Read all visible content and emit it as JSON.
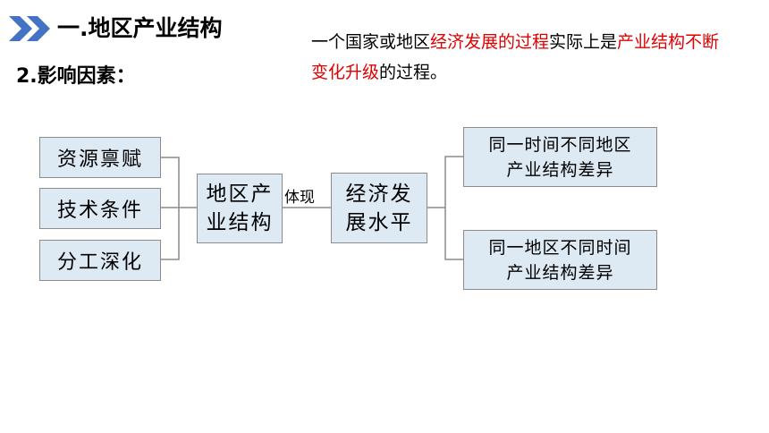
{
  "header": {
    "title": "一.地区产业结构",
    "subtitle": "2.影响因素："
  },
  "intro": {
    "part1": "一个国家或地区",
    "part2": "经济发展的过程",
    "part3": "实际上是",
    "part4": "产业结构不断变化升级",
    "part5": "的过程。"
  },
  "diagram": {
    "factors": [
      "资源禀赋",
      "技术条件",
      "分工深化"
    ],
    "center": [
      "地区产",
      "业结构"
    ],
    "link_label": "体现",
    "economy": [
      "经济发",
      "展水平"
    ],
    "outcomes": [
      [
        "同一时间不同地区",
        "产业结构差异"
      ],
      [
        "同一地区不同时间",
        "产业结构差异"
      ]
    ]
  },
  "colors": {
    "highlight": "#e00000",
    "box_fill": "#dde9f3",
    "box_border": "#8c8c8c",
    "arrow": "#4472c4"
  },
  "icons": {
    "title_marker": "double-chevron-right-icon"
  }
}
